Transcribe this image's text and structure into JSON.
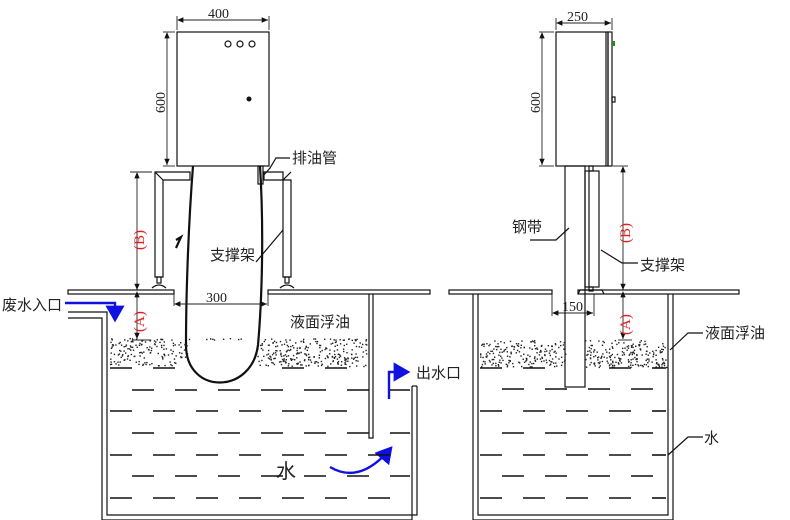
{
  "colors": {
    "flow_arrow": "#1010e0",
    "dimension_ref": "#e02020",
    "line": "#111111"
  },
  "front_view": {
    "width_dim": "400",
    "height_dim": "600",
    "base_dim": "300",
    "dim_b": "(B)",
    "dim_a": "(A)",
    "labels": {
      "drain_pipe": "排油管",
      "support_frame": "支撑架",
      "inlet": "废水入口",
      "surface_oil": "液面浮油",
      "outlet": "出水口",
      "water": "水"
    }
  },
  "side_view": {
    "width_dim": "250",
    "height_dim": "600",
    "base_dim": "150",
    "dim_b": "(B)",
    "dim_a": "(A)",
    "labels": {
      "steel_belt": "钢带",
      "support_frame": "支撑架",
      "surface_oil": "液面浮油",
      "water": "水"
    }
  }
}
